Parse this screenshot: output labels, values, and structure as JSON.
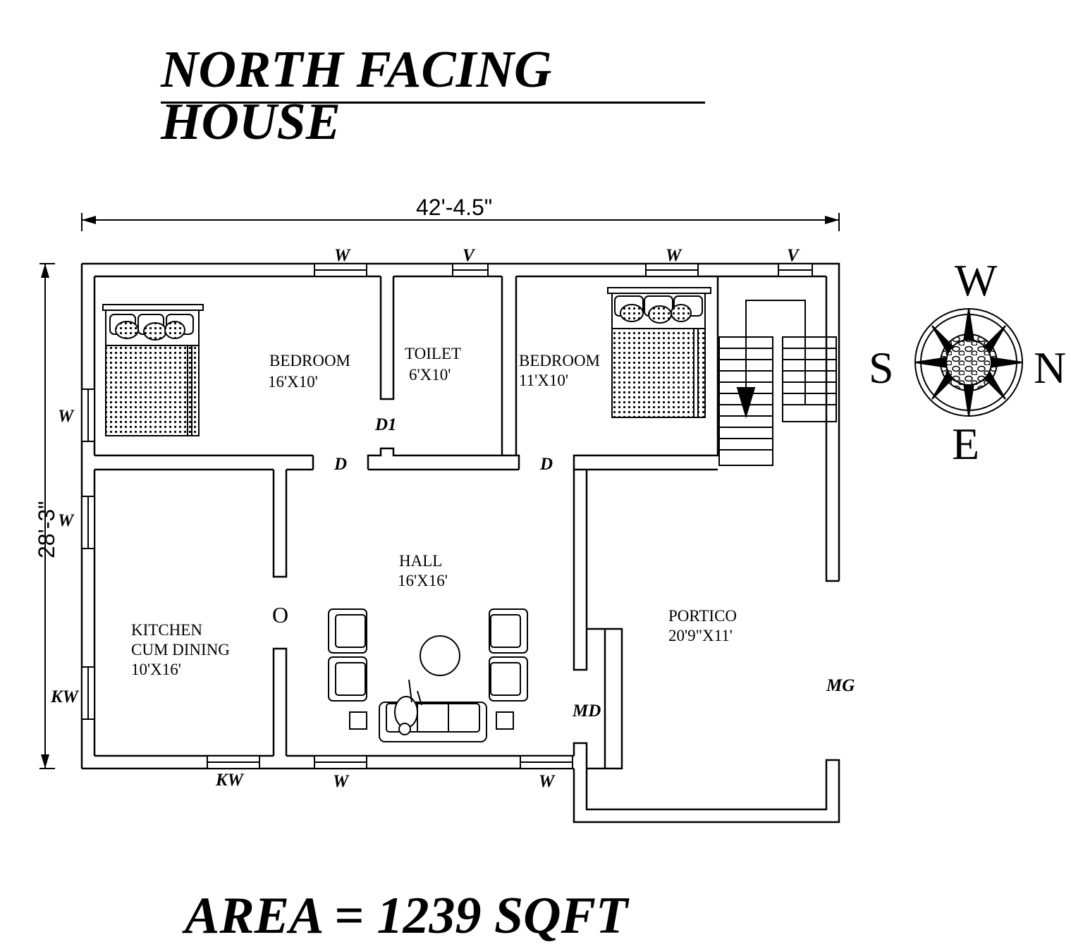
{
  "title": "NORTH FACING HOUSE",
  "area": "AREA = 1239 SQFT",
  "dimensions": {
    "width": "42'-4.5\"",
    "depth": "28'-3\""
  },
  "rooms": {
    "bedroom1": {
      "name": "BEDROOM",
      "size": "16'X10'"
    },
    "toilet": {
      "name": "TOILET",
      "size": "6'X10'"
    },
    "bedroom2": {
      "name": "BEDROOM",
      "size": "11'X10'"
    },
    "hall": {
      "name": "HALL",
      "size": "16'X16'"
    },
    "kitchen": {
      "line1": "KITCHEN",
      "line2": "CUM DINING",
      "size": "10'X16'"
    },
    "portico": {
      "name": "PORTICO",
      "size": "20'9\"X11'"
    }
  },
  "openings": {
    "w": "W",
    "v": "V",
    "kw": "KW",
    "d": "D",
    "d1": "D1",
    "md": "MD",
    "mg": "MG",
    "o": "O"
  },
  "compass": {
    "north": "N",
    "south": "S",
    "east": "E",
    "west": "W"
  }
}
